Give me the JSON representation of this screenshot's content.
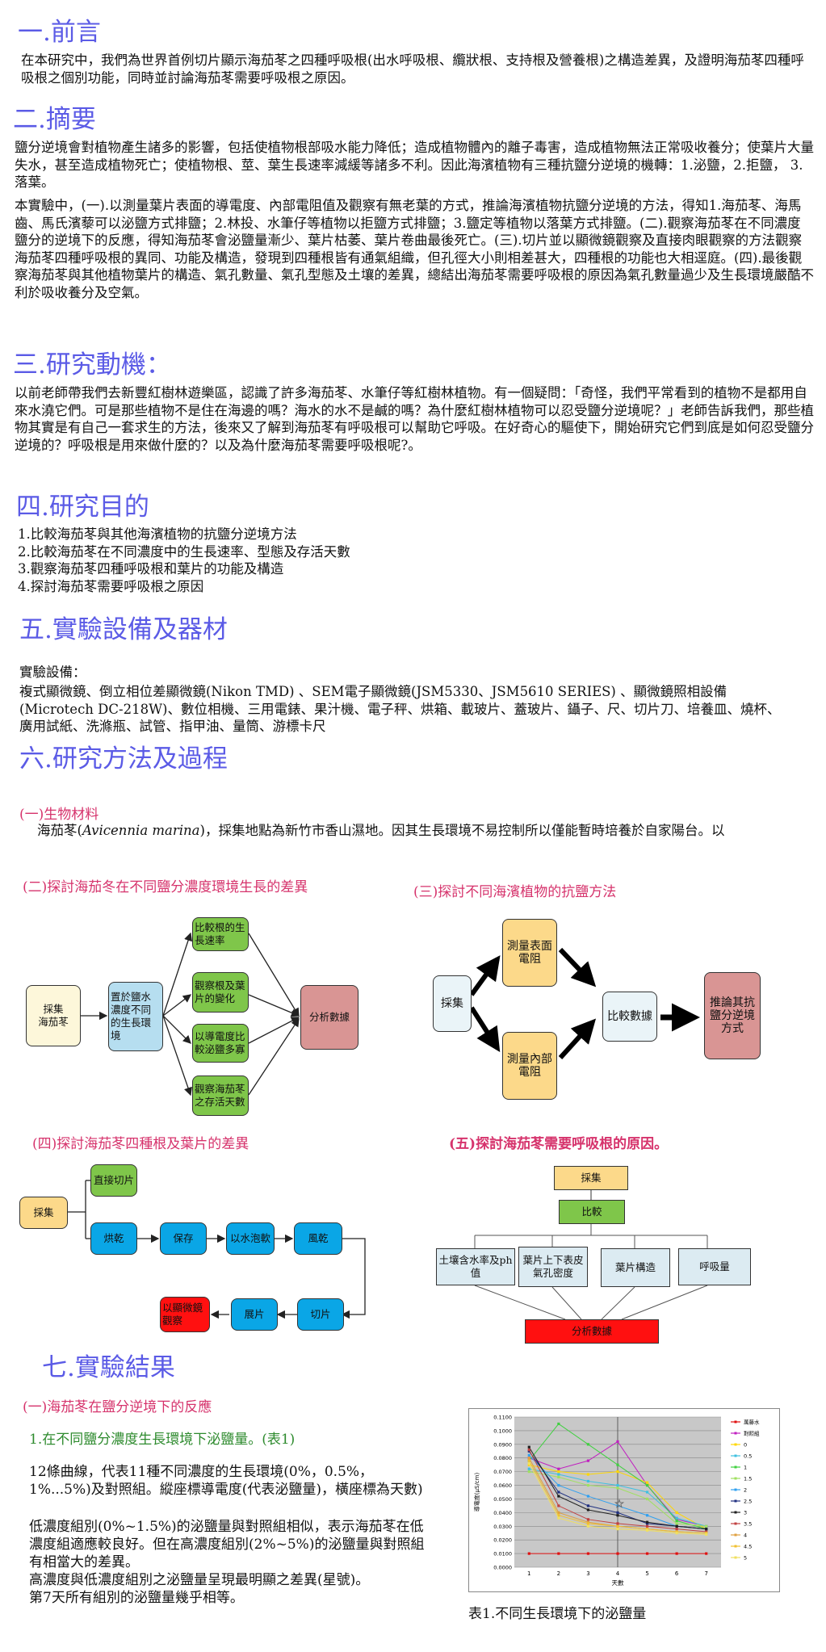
{
  "sections": {
    "s1": {
      "title": "一.前言",
      "body": "在本研究中，我們為世界首例切片顯示海茄苳之四種呼吸根(出水呼吸根、纜狀根、支持根及營養根)之構造差異，及證明海茄苳四種呼吸根之個別功能，同時並討論海茄苳需要呼吸根之原因。"
    },
    "s2": {
      "title": "二.摘要",
      "p1": "鹽分逆境會對植物產生諸多的影響，包括使植物根部吸水能力降低；造成植物體內的離子毒害，造成植物無法正常吸收養分；使葉片大量失水，甚至造成植物死亡；使植物根、莖、葉生長速率減緩等諸多不利。因此海濱植物有三種抗鹽分逆境的機轉：1.泌鹽，2.拒鹽， 3.落葉。",
      "p2": "本實驗中，(一).以測量葉片表面的導電度、內部電阻值及觀察有無老葉的方式，推論海濱植物抗鹽分逆境的方法，得知1.海茄苳、海馬齒、馬氏濱藜可以泌鹽方式排鹽；2.林投、水筆仔等植物以拒鹽方式排鹽；3.鹽定等植物以落葉方式排鹽。(二).觀察海茄苳在不同濃度鹽分的逆境下的反應，得知海茄苳會泌鹽量漸少、葉片枯萎、葉片卷曲最後死亡。(三).切片並以顯微鏡觀察及直接肉眼觀察的方法觀察海茄苳四種呼吸根的異同、功能及構造，發現到四種根皆有通氣組織，但孔徑大小則相差甚大，四種根的功能也大相逕庭。(四).最後觀察海茄苳與其他植物葉片的構造、氣孔數量、氣孔型態及土壤的差異，總結出海茄苳需要呼吸根的原因為氣孔數量過少及生長環境嚴酷不利於吸收養分及空氣。"
    },
    "s3": {
      "title": "三.研究動機：",
      "body": "以前老師帶我們去新豐紅樹林遊樂區，認識了許多海茄苳、水筆仔等紅樹林植物。有一個疑問：「奇怪，我們平常看到的植物不是都用自來水澆它們。可是那些植物不是住在海邊的嗎？海水的水不是鹹的嗎？為什麼紅樹林植物可以忍受鹽分逆境呢？」老師告訴我們，那些植物其實是有自己一套求生的方法，後來又了解到海茄苳有呼吸根可以幫助它呼吸。在好奇心的驅使下，開始研究它們到底是如何忍受鹽分逆境的？呼吸根是用來做什麼的？以及為什麼海茄苳需要呼吸根呢?。"
    },
    "s4": {
      "title": "四.研究目的",
      "items": [
        "1.比較海茄苳與其他海濱植物的抗鹽分逆境方法",
        "2.比較海茄苳在不同濃度中的生長速率、型態及存活天數",
        "3.觀察海茄苳四種呼吸根和葉片的功能及構造",
        "4.探討海茄苳需要呼吸根之原因"
      ]
    },
    "s5": {
      "title": "五.實驗設備及器材",
      "label": "實驗設備：",
      "body": "複式顯微鏡、倒立相位差顯微鏡(Nikon TMD) 、SEM電子顯微鏡(JSM5330、JSM5610 SERIES) 、顯微鏡照相設備(Microtech DC-218W)、數位相機、三用電錶、果汁機、電子秤、烘箱、載玻片、蓋玻片、鑷子、尺、切片刀、培養皿、燒杯、廣用試紙、洗滌瓶、試管、指甲油、量筒、游標卡尺"
    },
    "s6": {
      "title": "六.研究方法及過程",
      "bio_title": "(一)生物材料",
      "bio_pre": "海茄苳(",
      "bio_species": "Avicennia marina",
      "bio_post": ")，採集地點為新竹市香山濕地。因其生長環境不易控制所以僅能暫時培養於自家陽台。以",
      "f2_title": "(二)探討海茄冬在不同鹽分濃度環境生長的差異",
      "f3_title": "(三)探討不同海濱植物的抗鹽方法",
      "f4_title": "(四)探討海茄苳四種根及葉片的差異",
      "f5_title": "(五)探討海茄苳需要呼吸根的原因。"
    },
    "s7": {
      "title": "七.實驗結果",
      "sub1": "(一)海茄苳在鹽分逆境下的反應",
      "sub2": "1.在不同鹽分濃度生長環境下泌鹽量。(表1)",
      "p1": "12條曲線，代表11種不同濃度的生長環境(0%，0.5%，1%...5%)及對照組。縱座標導電度(代表泌鹽量)，橫座標為天數)",
      "p2": "低濃度組別(0%~1.5%)的泌鹽量與對照組相似，表示海茄苳在低濃度組適應較良好。但在高濃度組別(2%~5%)的泌鹽量與對照組有相當大的差異。",
      "p3": "高濃度與低濃度組別之泌鹽量呈現最明顯之差異(星號)。",
      "p4": "第7天所有組別的泌鹽量幾乎相等。",
      "caption": "表1.不同生長環境下的泌鹽量"
    }
  },
  "flow2": {
    "collect": "採集\n海茄苳",
    "place": "置於鹽水濃度不同的生長環境",
    "b1": "比較根的生長速率",
    "b2": "觀察根及葉片的變化",
    "b3": "以導電度比較泌鹽多寡",
    "b4": "觀察海茄苳之存活天數",
    "analyze": "分析數據"
  },
  "flow3": {
    "collect": "採集",
    "surface": "測量表面電阻",
    "inner": "測量內部電阻",
    "compare": "比較數據",
    "infer": "推論其抗鹽分逆境方式"
  },
  "flow4": {
    "collect": "採集",
    "cut1": "直接切片",
    "dry": "烘乾",
    "save": "保存",
    "soak": "以水泡軟",
    "airdry": "風乾",
    "slice": "切片",
    "mount": "展片",
    "observe": "以顯微鏡觀察"
  },
  "flow5": {
    "collect": "採集",
    "compare": "比較",
    "c1": "土壤含水率及ph值",
    "c2": "葉片上下表皮氣孔密度",
    "c3": "葉片構造",
    "c4": "呼吸量",
    "analyze": "分析數據"
  },
  "chart_data": {
    "type": "line",
    "title": "",
    "xlabel": "天數",
    "ylabel": "導電度(μS/cm)",
    "xlim": [
      1,
      7
    ],
    "ylim": [
      0,
      0.11
    ],
    "x_ticks": [
      "1",
      "2",
      "3",
      "4",
      "5",
      "6",
      "7"
    ],
    "y_ticks": [
      "0.0000",
      "0.0100",
      "0.0200",
      "0.0300",
      "0.0400",
      "0.0500",
      "0.0600",
      "0.0700",
      "0.0800",
      "0.0900",
      "0.1000",
      "0.1100"
    ],
    "x": [
      1,
      2,
      3,
      4,
      5,
      6,
      7
    ],
    "legend_position": "right",
    "grid": true,
    "series": [
      {
        "name": "萬藤水",
        "color": "#e01010",
        "values": [
          0.01,
          0.01,
          0.01,
          0.01,
          0.01,
          0.01,
          0.01
        ]
      },
      {
        "name": "對照組",
        "color": "#c020c0",
        "values": [
          0.08,
          0.072,
          0.078,
          0.092,
          0.06,
          0.035,
          0.03
        ]
      },
      {
        "name": "0",
        "color": "#ffd700",
        "values": [
          0.075,
          0.07,
          0.068,
          0.07,
          0.062,
          0.04,
          0.028
        ]
      },
      {
        "name": "0.5",
        "color": "#40c0e0",
        "values": [
          0.072,
          0.068,
          0.063,
          0.06,
          0.055,
          0.036,
          0.03
        ]
      },
      {
        "name": "1",
        "color": "#40d040",
        "values": [
          0.078,
          0.105,
          0.09,
          0.075,
          0.06,
          0.034,
          0.028
        ]
      },
      {
        "name": "1.5",
        "color": "#a0e060",
        "values": [
          0.07,
          0.066,
          0.06,
          0.058,
          0.05,
          0.032,
          0.03
        ]
      },
      {
        "name": "2",
        "color": "#30a0f0",
        "values": [
          0.082,
          0.06,
          0.052,
          0.045,
          0.038,
          0.03,
          0.028
        ]
      },
      {
        "name": "2.5",
        "color": "#203080",
        "values": [
          0.085,
          0.055,
          0.045,
          0.04,
          0.032,
          0.03,
          0.028
        ]
      },
      {
        "name": "3",
        "color": "#202020",
        "values": [
          0.088,
          0.052,
          0.042,
          0.038,
          0.033,
          0.03,
          0.028
        ]
      },
      {
        "name": "3.5",
        "color": "#c04040",
        "values": [
          0.086,
          0.045,
          0.035,
          0.032,
          0.03,
          0.028,
          0.026
        ]
      },
      {
        "name": "4",
        "color": "#e0a040",
        "values": [
          0.08,
          0.04,
          0.033,
          0.03,
          0.028,
          0.026,
          0.025
        ]
      },
      {
        "name": "4.5",
        "color": "#f0c030",
        "values": [
          0.078,
          0.038,
          0.032,
          0.03,
          0.028,
          0.026,
          0.025
        ]
      },
      {
        "name": "5",
        "color": "#f0e060",
        "values": [
          0.076,
          0.036,
          0.03,
          0.028,
          0.027,
          0.025,
          0.024
        ]
      }
    ]
  }
}
